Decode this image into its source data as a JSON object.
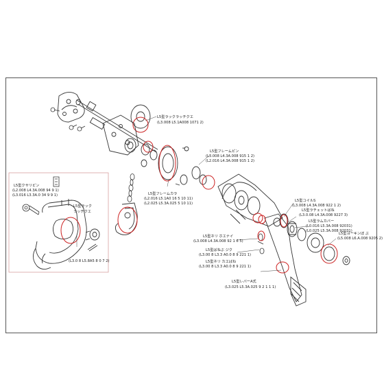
{
  "diagram": {
    "callouts": [
      {
        "id": "ratchet-washer",
        "line1": "L5型ラックラッチクエ",
        "line2": "(L3.008 L5.1A008 1071 2)"
      },
      {
        "id": "frame-pin",
        "line1": "L5型フレームピン",
        "line2": "(L3.008 L4.3A.008 915 1 2)",
        "line3": "(L2.016 L4.3A.008 915 1 2)"
      },
      {
        "id": "frame-ring",
        "line1": "L5型フレームカラ",
        "line2": "(L2.016 L5.1A0 16 5 10 11)",
        "line3": "(L2.025 L5.3A.025 5 10 11)"
      },
      {
        "id": "spring-s",
        "line1": "L5型コイルS",
        "line2": "(L3.008 L4.3A.008 922 1 2)"
      },
      {
        "id": "pawl-spring",
        "line1": "L5型ラチェットばね",
        "line2": "(L3.0.08 L4.3A.008 9227 3)"
      },
      {
        "id": "ratchet-cover",
        "line1": "L5型ラムカバー",
        "line2": "(L0.016 L5.3A.008 92031)",
        "line3": "(L0.025 L5.3A.008 92031)"
      },
      {
        "id": "yoke-pin",
        "line1": "L5型ヨーキンぼ ぶ",
        "line2": "(L5.008 L6.A.008 9205 2)"
      },
      {
        "id": "lever-pin-a",
        "line1": "L5型ネリ ホエナイ",
        "line2": "(L3.008 L4.3A.008 92 1 6 5)"
      },
      {
        "id": "lever-pin-b",
        "line1": "L5型ばねぶ ジク",
        "line2": "(L3.00 8 L3.3 A0.0 8 9 221 1)"
      },
      {
        "id": "lever-pin-c",
        "line1": "L5型ネリ カエばね",
        "line2": "(L3.00 8 L3.3 A0.0 8 9 221 1)"
      },
      {
        "id": "lever-a",
        "line1": "L5型レバーA式",
        "line2": "(L3.025 L5.3A.025 9 2 1 1 1)"
      },
      {
        "id": "hook-latch",
        "line1": "L5型ラック",
        "line2": "ラッチクエ"
      },
      {
        "id": "hook-code",
        "line1": "(L3.0 8 L5.8A5 8 0 7 2)"
      }
    ],
    "inset": {
      "line1": "L5型クサリピン",
      "line2": "(L2.008 L4.3A.008 94 9 1)",
      "line3": "(L3.016 L3.3A.0 34 9 9 1)"
    }
  }
}
